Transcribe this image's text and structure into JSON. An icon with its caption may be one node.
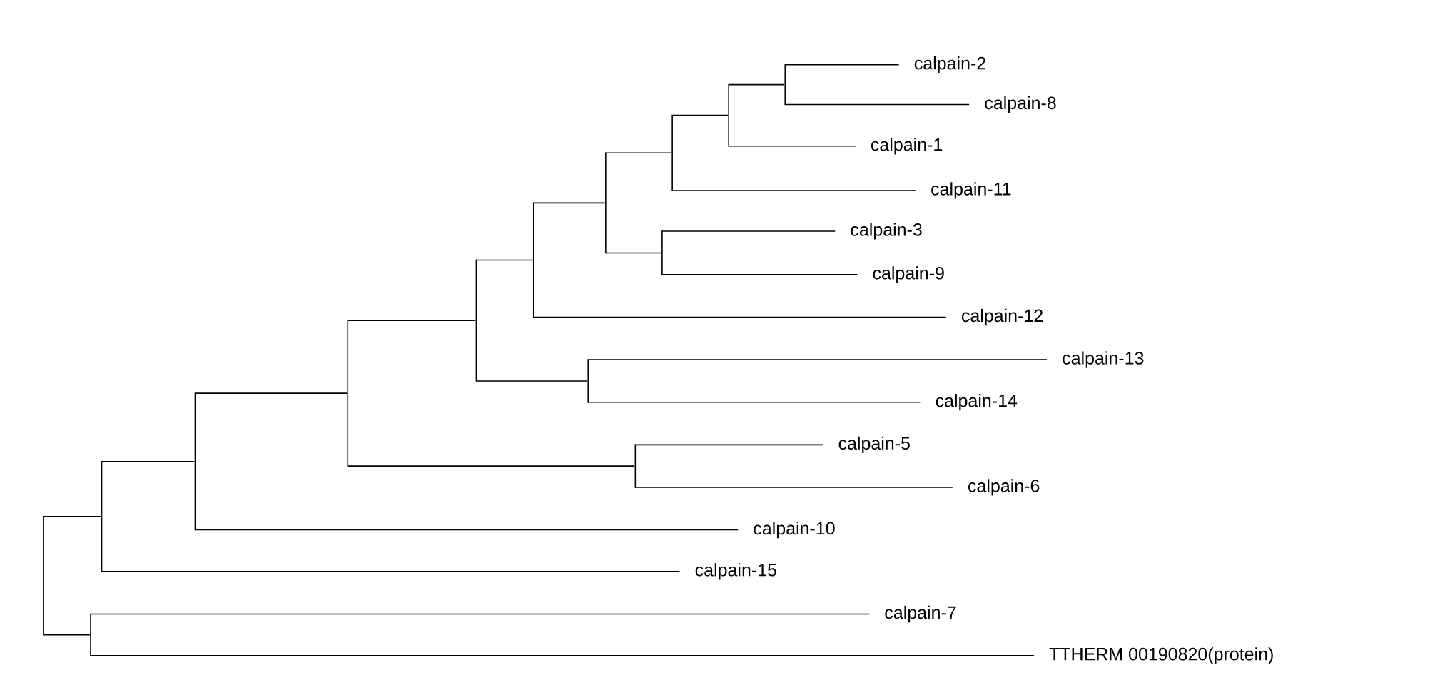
{
  "diagram": {
    "nodes": [
      {
        "text": [
          "calpain-2"
        ]
      },
      {
        "text": [
          "calpain-8"
        ]
      },
      {
        "text": [
          "calpain-1"
        ]
      },
      {
        "text": [
          "calpain-11"
        ]
      },
      {
        "text": [
          "calpain-3"
        ]
      },
      {
        "text": [
          "calpain-9"
        ]
      },
      {
        "text": [
          "calpain-12"
        ]
      },
      {
        "text": [
          "calpain-13"
        ]
      },
      {
        "text": [
          "calpain-14"
        ]
      },
      {
        "text": [
          "calpain-5"
        ]
      },
      {
        "text": [
          "calpain-6"
        ]
      },
      {
        "text": [
          "calpain-10"
        ]
      },
      {
        "text": [
          "calpain-15"
        ]
      },
      {
        "text": [
          "calpain-7"
        ]
      },
      {
        "text": [
          "TTHERM 00190820(protein)"
        ]
      },
      {
        "text": [],
        "shape": "bar"
      },
      {
        "text": [],
        "shape": "bar"
      },
      {
        "text": [],
        "shape": "bar"
      },
      {
        "text": [],
        "shape": "bar"
      },
      {
        "text": [],
        "shape": "bar"
      },
      {
        "text": [],
        "shape": "bar"
      },
      {
        "text": [],
        "shape": "bar"
      },
      {
        "text": [],
        "shape": "bar"
      },
      {
        "text": [],
        "shape": "bar"
      },
      {
        "text": [],
        "shape": "bar"
      },
      {
        "text": [],
        "shape": "bar"
      },
      {
        "text": [],
        "shape": "bar"
      },
      {
        "text": [],
        "shape": "bar"
      },
      {
        "text": [],
        "shape": "bar"
      }
    ],
    "edges": [
      {
        "from": 15,
        "to": 17,
        "arrow": "none"
      },
      {
        "from": 15,
        "to": 16,
        "arrow": "none"
      },
      {
        "from": 16,
        "to": 13,
        "arrow": "none"
      },
      {
        "from": 16,
        "to": 14,
        "arrow": "none"
      },
      {
        "from": 17,
        "to": 18,
        "arrow": "none"
      },
      {
        "from": 17,
        "to": 12,
        "arrow": "none"
      },
      {
        "from": 18,
        "to": 19,
        "arrow": "none"
      },
      {
        "from": 18,
        "to": 11,
        "arrow": "none"
      },
      {
        "from": 19,
        "to": 20,
        "arrow": "none"
      },
      {
        "from": 19,
        "to": 24,
        "arrow": "none"
      },
      {
        "from": 20,
        "to": 21,
        "arrow": "none"
      },
      {
        "from": 20,
        "to": 22,
        "arrow": "none"
      },
      {
        "from": 21,
        "to": 23,
        "arrow": "none"
      },
      {
        "from": 21,
        "to": 6,
        "arrow": "none"
      },
      {
        "from": 22,
        "to": 7,
        "arrow": "none"
      },
      {
        "from": 22,
        "to": 8,
        "arrow": "none"
      },
      {
        "from": 23,
        "to": 26,
        "arrow": "none"
      },
      {
        "from": 23,
        "to": 25,
        "arrow": "none"
      },
      {
        "from": 24,
        "to": 9,
        "arrow": "none"
      },
      {
        "from": 24,
        "to": 10,
        "arrow": "none"
      },
      {
        "from": 25,
        "to": 4,
        "arrow": "none"
      },
      {
        "from": 25,
        "to": 5,
        "arrow": "none"
      },
      {
        "from": 26,
        "to": 27,
        "arrow": "none"
      },
      {
        "from": 26,
        "to": 3,
        "arrow": "none"
      },
      {
        "from": 27,
        "to": 28,
        "arrow": "none"
      },
      {
        "from": 27,
        "to": 2,
        "arrow": "none"
      },
      {
        "from": 28,
        "to": 0,
        "arrow": "none"
      },
      {
        "from": 28,
        "to": 1,
        "arrow": "none"
      }
    ]
  }
}
